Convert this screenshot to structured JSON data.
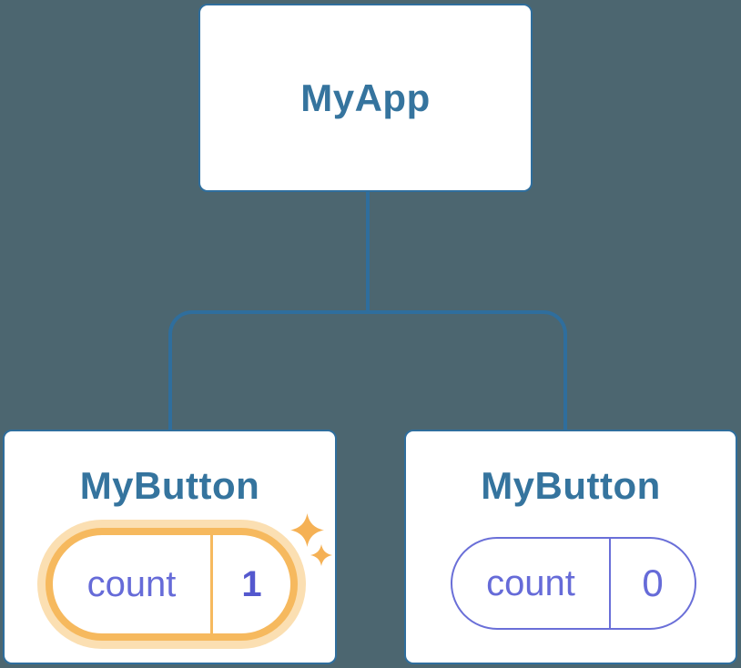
{
  "diagram": {
    "type": "component-tree",
    "root": {
      "title": "MyApp"
    },
    "children": [
      {
        "title": "MyButton",
        "state": {
          "key": "count",
          "value": "1"
        },
        "highlighted": true,
        "icons": [
          "sparkle-icon",
          "sparkle-icon"
        ]
      },
      {
        "title": "MyButton",
        "state": {
          "key": "count",
          "value": "0"
        },
        "highlighted": false,
        "icons": []
      }
    ]
  },
  "colors": {
    "background": "#4C6670",
    "node_fill": "#FFFFFF",
    "node_border": "#2F6E9D",
    "connector": "#2F6E9D",
    "node_title_text": "#35749E",
    "state_text": "#666BD8",
    "state_value_bold": "#5458CE",
    "highlight_border": "#F6B95E",
    "highlight_glow": "#FBDFB2",
    "sparkle": "#F5B155"
  }
}
